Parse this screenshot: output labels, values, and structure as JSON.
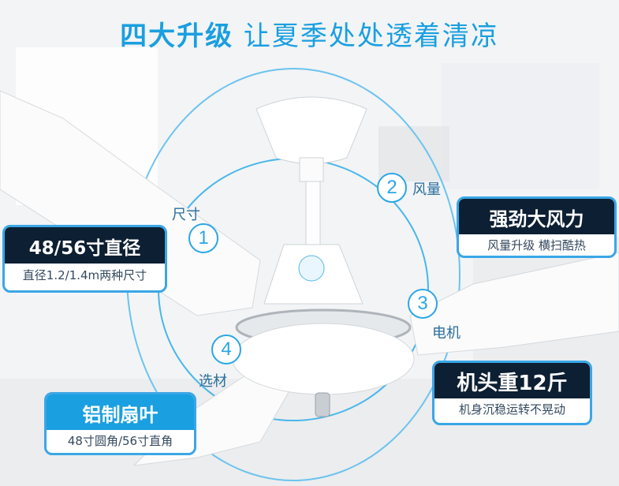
{
  "title": {
    "part1": "四大升级",
    "part2": "让夏季处处透着清凉"
  },
  "callouts": [
    {
      "num": "1",
      "label": "尺寸"
    },
    {
      "num": "2",
      "label": "风量"
    },
    {
      "num": "3",
      "label": "电机"
    },
    {
      "num": "4",
      "label": "选材"
    }
  ],
  "cards": {
    "size": {
      "title": "48/56寸直径",
      "sub": "直径1.2/1.4m两种尺寸"
    },
    "wind": {
      "title": "强劲大风力",
      "sub": "风量升级 横扫酷热"
    },
    "motor": {
      "title": "机头重12斤",
      "sub": "机身沉稳运转不晃动"
    },
    "blade": {
      "title": "铝制扇叶",
      "sub": "48寸圆角/56寸直角"
    }
  },
  "colors": {
    "accent": "#1a9fe0",
    "dark": "#0d1f32"
  }
}
